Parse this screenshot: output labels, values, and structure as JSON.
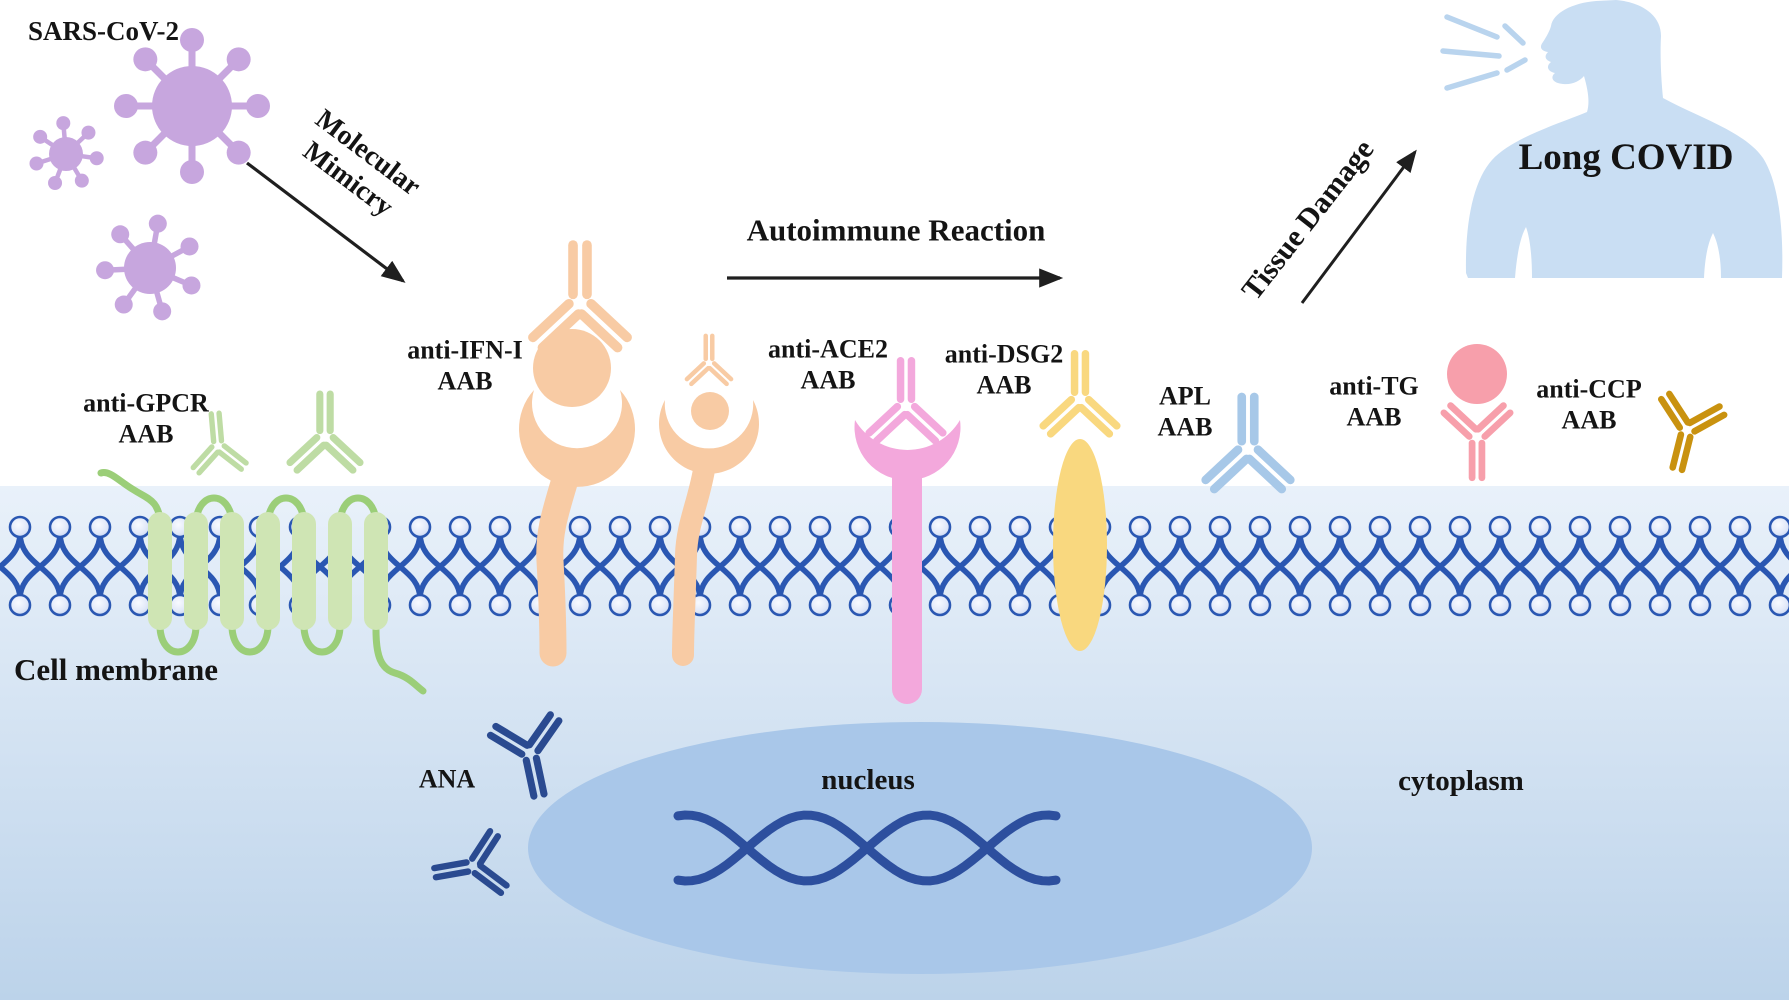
{
  "labels": {
    "sars": "SARS-CoV-2",
    "mimicry_line1": "Molecular",
    "mimicry_line2": "Mimicry",
    "autoimmune": "Autoimmune Reaction",
    "tissue": "Tissue Damage",
    "long_covid": "Long COVID",
    "cell_membrane": "Cell membrane",
    "nucleus": "nucleus",
    "cytoplasm": "cytoplasm",
    "ana": "ANA"
  },
  "receptor_labels": {
    "gpcr_1": "anti-GPCR",
    "gpcr_2": "AAB",
    "ifn_1": "anti-IFN-I",
    "ifn_2": "AAB",
    "ace2_1": "anti-ACE2",
    "ace2_2": "AAB",
    "dsg2_1": "anti-DSG2",
    "dsg2_2": "AAB",
    "apl_1": "APL",
    "apl_2": "AAB",
    "tg_1": "anti-TG",
    "tg_2": "AAB",
    "ccp_1": "anti-CCP",
    "ccp_2": "AAB"
  },
  "antibodies": [
    {
      "id": "anti-gpcr-aab-icon-1",
      "color": "gpcr_green"
    },
    {
      "id": "anti-gpcr-aab-icon-2",
      "color": "gpcr_green"
    },
    {
      "id": "anti-ifn-aab-icon-1",
      "color": "ifn_orange"
    },
    {
      "id": "anti-ifn-aab-icon-2",
      "color": "ifn_orange"
    },
    {
      "id": "anti-ace2-aab-icon",
      "color": "ace2_pink"
    },
    {
      "id": "anti-dsg2-aab-icon",
      "color": "dsg2_yellow"
    },
    {
      "id": "apl-aab-icon",
      "color": "apl_blue"
    },
    {
      "id": "anti-tg-aab-icon",
      "color": "tg_pink"
    },
    {
      "id": "anti-ccp-aab-icon",
      "color": "ccp_gold"
    },
    {
      "id": "ana-aab-icon-1",
      "color": "ana_navy"
    },
    {
      "id": "ana-aab-icon-2",
      "color": "ana_navy"
    }
  ],
  "palette": {
    "virus_purple": "#c7a6de",
    "gpcr_green": "#bedca4",
    "gpcr_receptor": "#cfe5b4",
    "gpcr_loop": "#9bce78",
    "ifn_orange": "#f8cba4",
    "ace2_pink": "#f3a8dc",
    "dsg2_yellow": "#f9d87f",
    "apl_blue": "#a7c8e8",
    "tg_pink": "#f79fab",
    "ccp_gold": "#c9920f",
    "ana_navy": "#2a4a90",
    "membrane_blue": "#2a57b2",
    "lipid_head_light": "#f8faff",
    "lipid_head_dark": "#c2d2f0",
    "dna_blue": "#2d4f9e",
    "nucleus_fill": "#a9c7e9",
    "cytoplasm_top": "#e9f1fa",
    "cytoplasm_bottom": "#bcd3ea",
    "body_blue": "#c9def3",
    "cough_blue": "#b9d4ee",
    "arrow_black": "#1f1f1f",
    "text_black": "#141414"
  }
}
